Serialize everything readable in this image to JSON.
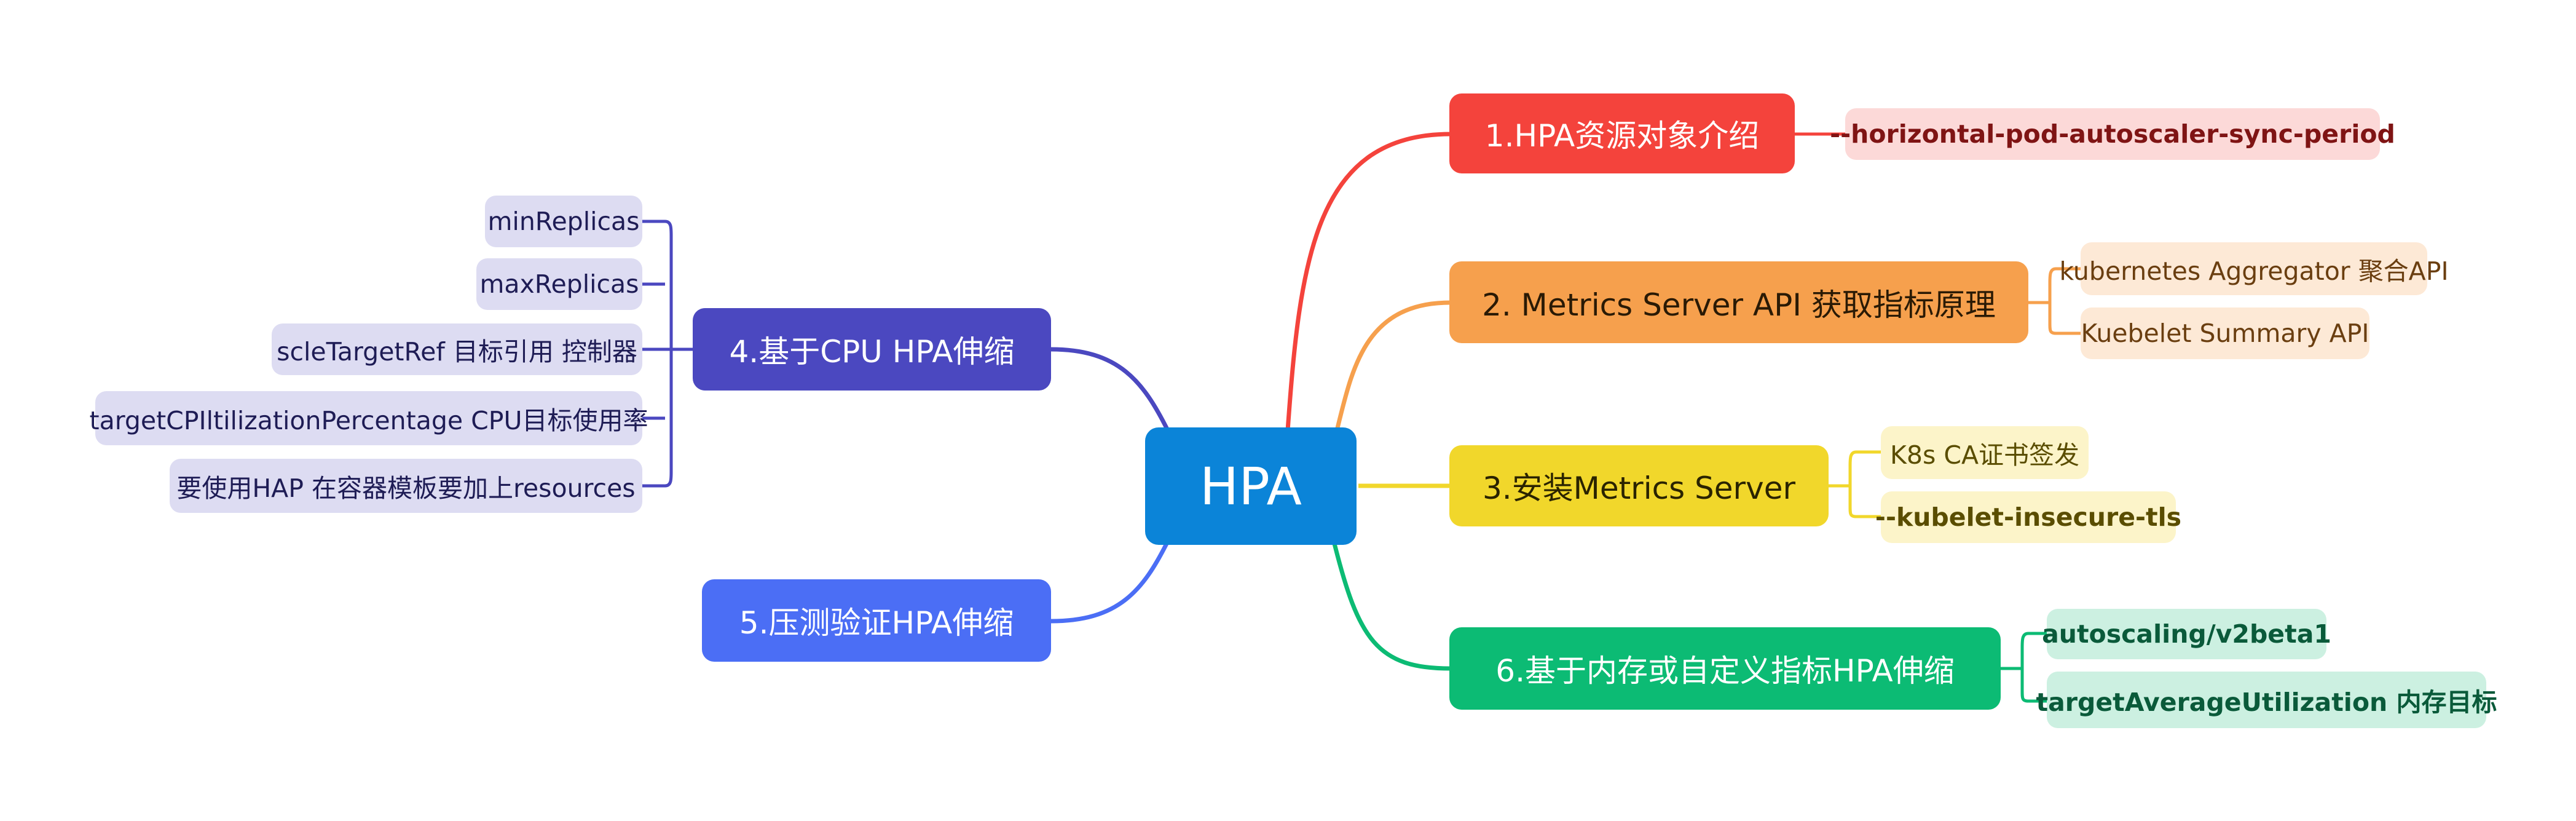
{
  "root": {
    "label": "HPA",
    "color": "#0b84d8"
  },
  "topics": {
    "t1": {
      "label": "1.HPA资源对象介绍",
      "color": "#f4433c",
      "text_color": "#ffffff",
      "leaves": [
        {
          "label": "--horizontal-pod-autoscaler-sync-period",
          "bold": true
        }
      ],
      "leaf_bg": "#fcd9d8",
      "leaf_text": "#7f1414"
    },
    "t2": {
      "label": "2. Metrics Server API 获取指标原理",
      "color": "#f6a04d",
      "text_color": "#2a1a05",
      "leaves": [
        {
          "label": "kubernetes Aggregator 聚合API",
          "bold": false
        },
        {
          "label": "Kuebelet Summary API",
          "bold": false
        }
      ],
      "leaf_bg": "#fde9d6",
      "leaf_text": "#6a3e10"
    },
    "t3": {
      "label": "3.安装Metrics Server",
      "color": "#f1d72b",
      "text_color": "#2a2300",
      "leaves": [
        {
          "label": "K8s CA证书签发",
          "bold": false
        },
        {
          "label": "--kubelet-insecure-tls",
          "bold": true
        }
      ],
      "leaf_bg": "#fcf4c9",
      "leaf_text": "#5a4d00"
    },
    "t4": {
      "label": "4.基于CPU HPA伸缩",
      "color": "#4b48c0",
      "text_color": "#ffffff",
      "leaves": [
        {
          "label": "minReplicas",
          "bold": false
        },
        {
          "label": "maxReplicas",
          "bold": false
        },
        {
          "label": "scleTargetRef 目标引用 控制器",
          "bold": false
        },
        {
          "label": "targetCPIltilizationPercentage CPU目标使用率",
          "bold": false
        },
        {
          "label": "要使用HAP 在容器模板要加上resources",
          "bold": false
        }
      ],
      "leaf_bg": "#dddcf2",
      "leaf_text": "#1e1c55"
    },
    "t5": {
      "label": "5.压测验证HPA伸缩",
      "color": "#4b6ef5",
      "text_color": "#ffffff",
      "leaves": []
    },
    "t6": {
      "label": "6.基于内存或自定义指标HPA伸缩",
      "color": "#0cbb74",
      "text_color": "#ffffff",
      "leaves": [
        {
          "label": "autoscaling/v2beta1",
          "bold": true
        },
        {
          "label": "targetAverageUtilization 内存目标",
          "bold": true
        }
      ],
      "leaf_bg": "#ccf0e1",
      "leaf_text": "#0a5a3a"
    }
  }
}
